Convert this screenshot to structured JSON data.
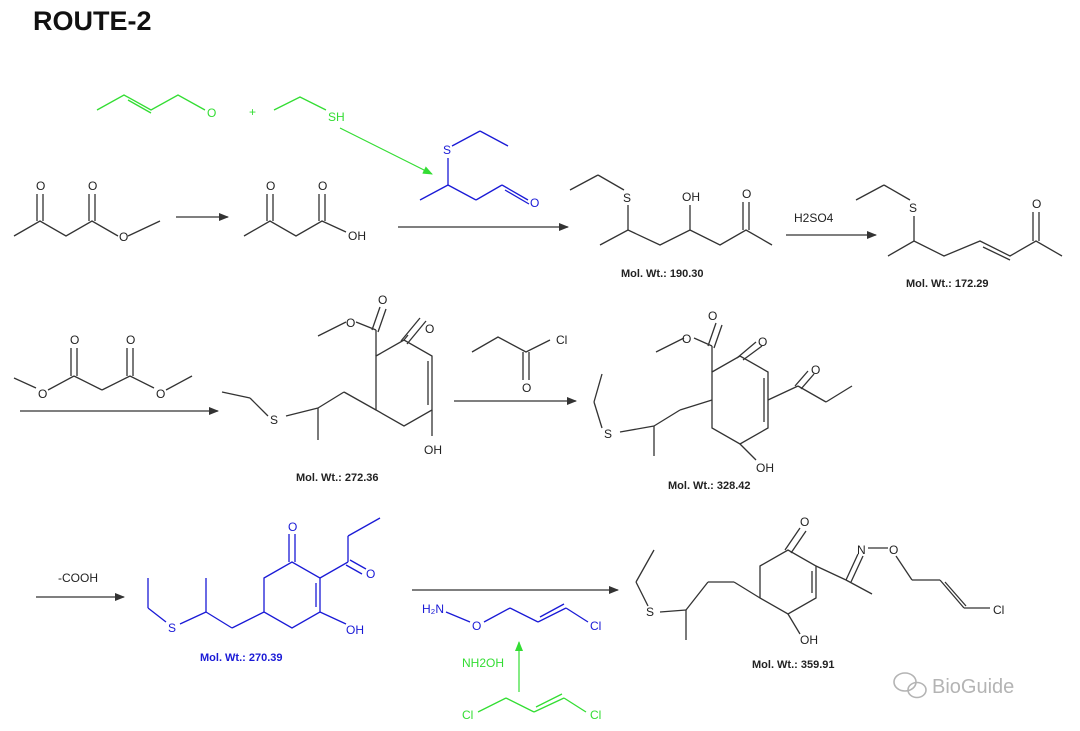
{
  "title": "ROUTE-2",
  "colors": {
    "bond": "#333333",
    "reagent_green": "#33dd33",
    "blue_product": "#1a1ad6",
    "watermark": "#b4b4b4"
  },
  "labels": {
    "O": "O",
    "OH": "OH",
    "S": "S",
    "SH": "SH",
    "Cl": "Cl",
    "N": "N",
    "H2N": "H₂N",
    "plus": "+"
  },
  "conditions": {
    "h2so4": "H2SO4",
    "decarboxylation": "-COOH",
    "hydroxylamine": "NH2OH"
  },
  "molecular_weights": {
    "keto_alcohol": "Mol. Wt.: 190.30",
    "enone": "Mol. Wt.: 172.29",
    "cyclohexanedione_ester": "Mol. Wt.: 272.36",
    "acylated_ester": "Mol. Wt.: 328.42",
    "decarboxylated": "Mol. Wt.: 270.39",
    "final_product": "Mol. Wt.: 359.91"
  },
  "watermark": {
    "icon": "wechat-icon",
    "text": "BioGuide"
  }
}
